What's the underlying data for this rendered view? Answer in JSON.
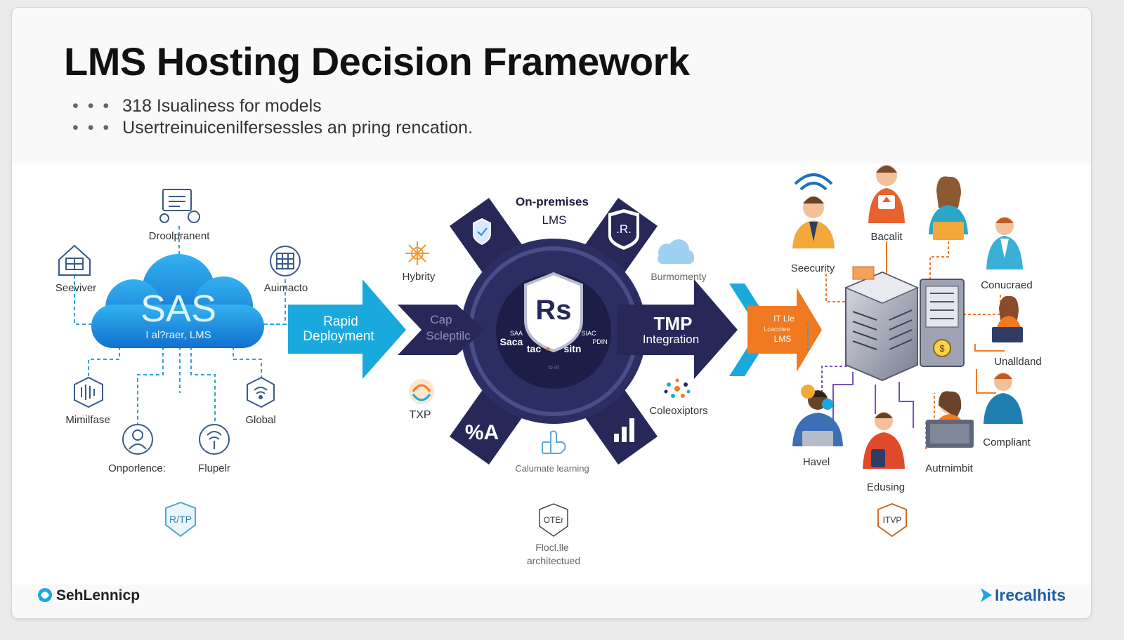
{
  "title": "LMS Hosting Decision Framework",
  "bullets": [
    "318 Isualiness for models",
    "Usertreinuicenilfersessles an pring rencation."
  ],
  "saas": {
    "big": "SAS",
    "sub": "I al?raer, LMS",
    "labels": {
      "deployment": "Droolpranent",
      "server": "Seeviver",
      "automation": "Auimacto",
      "mimifase": "Mimilfase",
      "global": "Global",
      "onportence": "Onporlence:",
      "flupelr": "Flupelr"
    },
    "badge": "R/TP"
  },
  "arrows": {
    "rapid": [
      "Rapid",
      "Deployment"
    ],
    "cap": [
      "Cap",
      "Scleptilc"
    ],
    "tmp_big": "TMP",
    "tmp_sub": "Integration",
    "orange": [
      "IT Lle",
      "Lcacciiee",
      "LMS"
    ]
  },
  "center": {
    "title": [
      "On-premises",
      "LMS"
    ],
    "shield_text": "Rs",
    "r_badge": ".R.",
    "left_small": "SAA",
    "left_text": "Saca",
    "right_small": "SIAC",
    "right_text": "PDIN",
    "bottom_text": "tac",
    "bottom_text2": "sitn",
    "tiny": "to ot",
    "labels": {
      "hybrity": "Hybrity",
      "burmomenty": "Burmomenty",
      "txp": "TXP",
      "coleoxiptors": "Coleoxiptors",
      "calumate": "Calumate learning"
    },
    "badge": "OTEr",
    "badge_caption": [
      "Flocl.lle",
      "architectued"
    ],
    "glyph": "%A"
  },
  "right": {
    "labels": {
      "security": "Seecurity",
      "bacalit": "Bacalit",
      "conucraed": "Conucraed",
      "unalldand": "Unalldand",
      "compliant": "Compliant",
      "havel": "Havel",
      "edusing": "Edusing",
      "autrnibit": "Autrnimbit"
    },
    "badge": "ITVP"
  },
  "footer": {
    "left_logo": "SehLennicp",
    "right_logo": "Irecalhits"
  },
  "colors": {
    "navy": "#272858",
    "cyan": "#1aa9dc",
    "cloud": "#1a8fe0",
    "orange": "#f07a22",
    "dash": "#2ba3d6"
  }
}
